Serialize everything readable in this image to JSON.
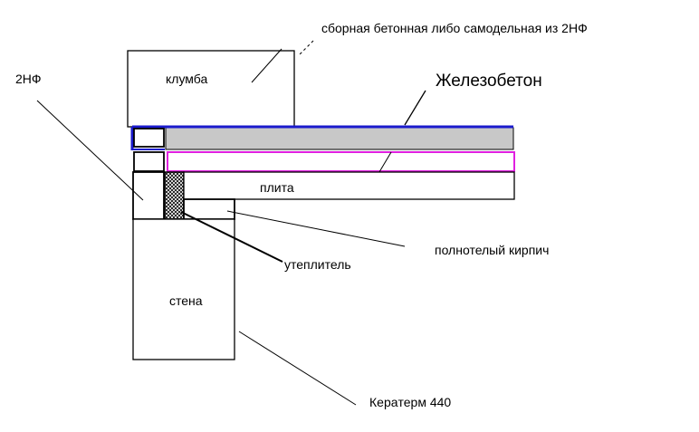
{
  "labels": {
    "prefab": "сборная бетонная либо самодельная из 2НФ",
    "flowerbed": "клумба",
    "reinforced_concrete": "Железобетон",
    "brick_2nf": "2НФ",
    "slab": "плита",
    "solid_brick": "полнотелый кирпич",
    "insulation": "утеплитель",
    "wall": "стена",
    "keraterm": "Керaтерм 440"
  },
  "colors": {
    "outline": "#000000",
    "waterproofing": "#1a1acc",
    "concrete_fill": "#c8c8c8",
    "magenta_layer": "#e020e0",
    "hatch": "#000000"
  }
}
